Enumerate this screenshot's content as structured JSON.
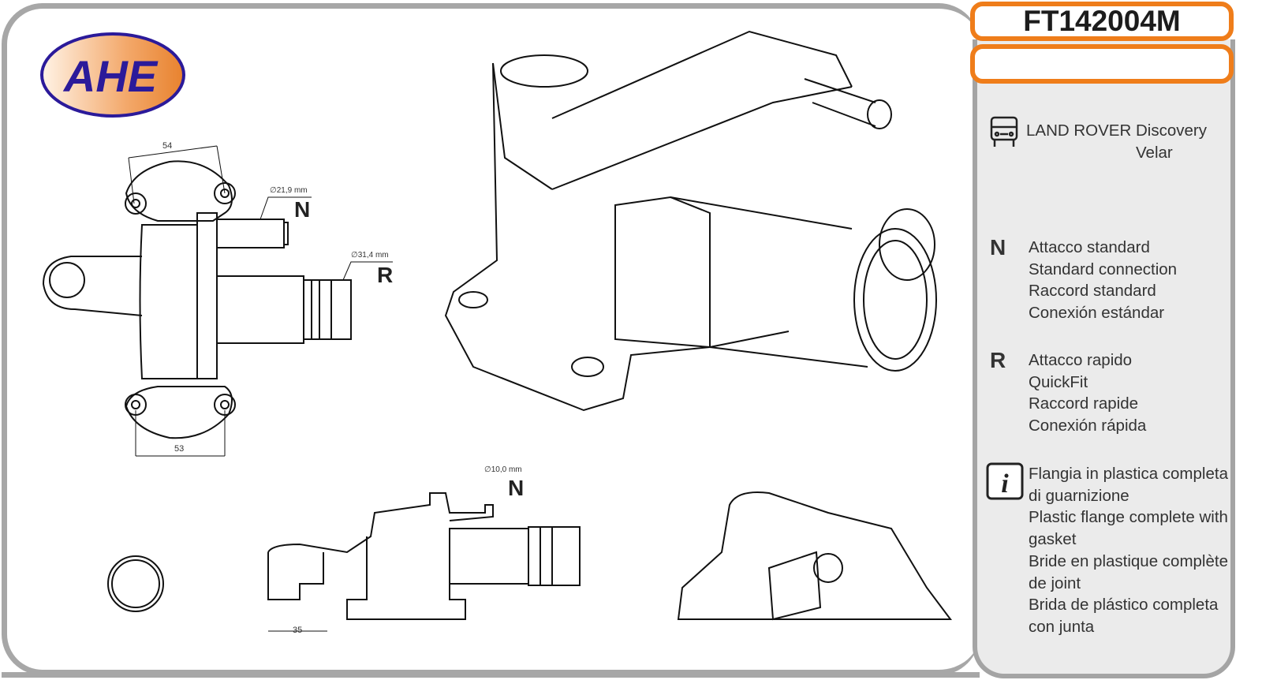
{
  "brand": {
    "logo_text": "AHE",
    "colors": {
      "logo_blue": "#2b1a9a",
      "logo_orange": "#ef8a3a",
      "accent_orange": "#ef7d1a",
      "frame_gray": "#a7a7a7"
    }
  },
  "part_number": "FT142004M",
  "vehicle": {
    "icon": "truck-icon",
    "make_model": "LAND ROVER Discovery",
    "variant": "Velar"
  },
  "legend": {
    "n": {
      "letter": "N",
      "lines": [
        "Attacco standard",
        "Standard connection",
        "Raccord standard",
        "Conexión estándar"
      ]
    },
    "r": {
      "letter": "R",
      "lines": [
        "Attacco rapido",
        "QuickFit",
        "Raccord rapide",
        "Conexión rápida"
      ]
    },
    "info": {
      "icon": "info-icon",
      "lines": [
        "Flangia in plastica completa",
        "di guarnizione",
        "Plastic flange complete with",
        "gasket",
        "Bride en plastique complète",
        "de joint",
        "Brida de plástico completa",
        "con junta"
      ]
    }
  },
  "drawing": {
    "dim_top": "54",
    "dim_bottom": "53",
    "dim_side": "35",
    "port_n1": {
      "diameter": "∅21,9 mm",
      "letter": "N"
    },
    "port_r": {
      "diameter": "∅31,4 mm",
      "letter": "R"
    },
    "port_n2": {
      "diameter": "∅10,0 mm",
      "letter": "N"
    }
  }
}
